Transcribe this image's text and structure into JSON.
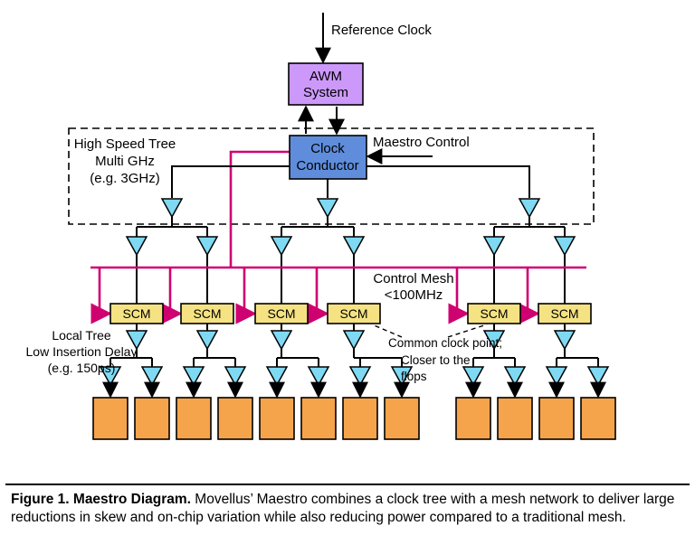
{
  "figure": {
    "reference_clock": "Reference Clock",
    "awm": [
      "AWM",
      "System"
    ],
    "clock_conductor": [
      "Clock",
      "Conductor"
    ],
    "maestro_control": "Maestro Control",
    "high_speed_tree": [
      "High Speed Tree",
      "Multi GHz",
      "(e.g. 3GHz)"
    ],
    "control_mesh": [
      "Control Mesh",
      "<100MHz"
    ],
    "scm": "SCM",
    "local_tree": [
      "Local Tree",
      "Low Insertion Delay",
      "(e.g. 150ps)"
    ],
    "common_clock_point": [
      "Common clock point;",
      "Closer to the",
      "flops"
    ],
    "colors": {
      "awm_fill": "#cc99fa",
      "conductor_fill": "#5f8ddc",
      "buffer_fill": "#7fd9f2",
      "scm_fill": "#f5e282",
      "flop_fill": "#f5a44c",
      "mesh_color": "#cf0070"
    }
  },
  "caption": {
    "title": "Figure 1.  Maestro Diagram.",
    "body": " Movellus’ Maestro combines a clock tree with a mesh network to deliver large reductions in skew and on-chip variation while also reducing power compared to a traditional mesh."
  }
}
